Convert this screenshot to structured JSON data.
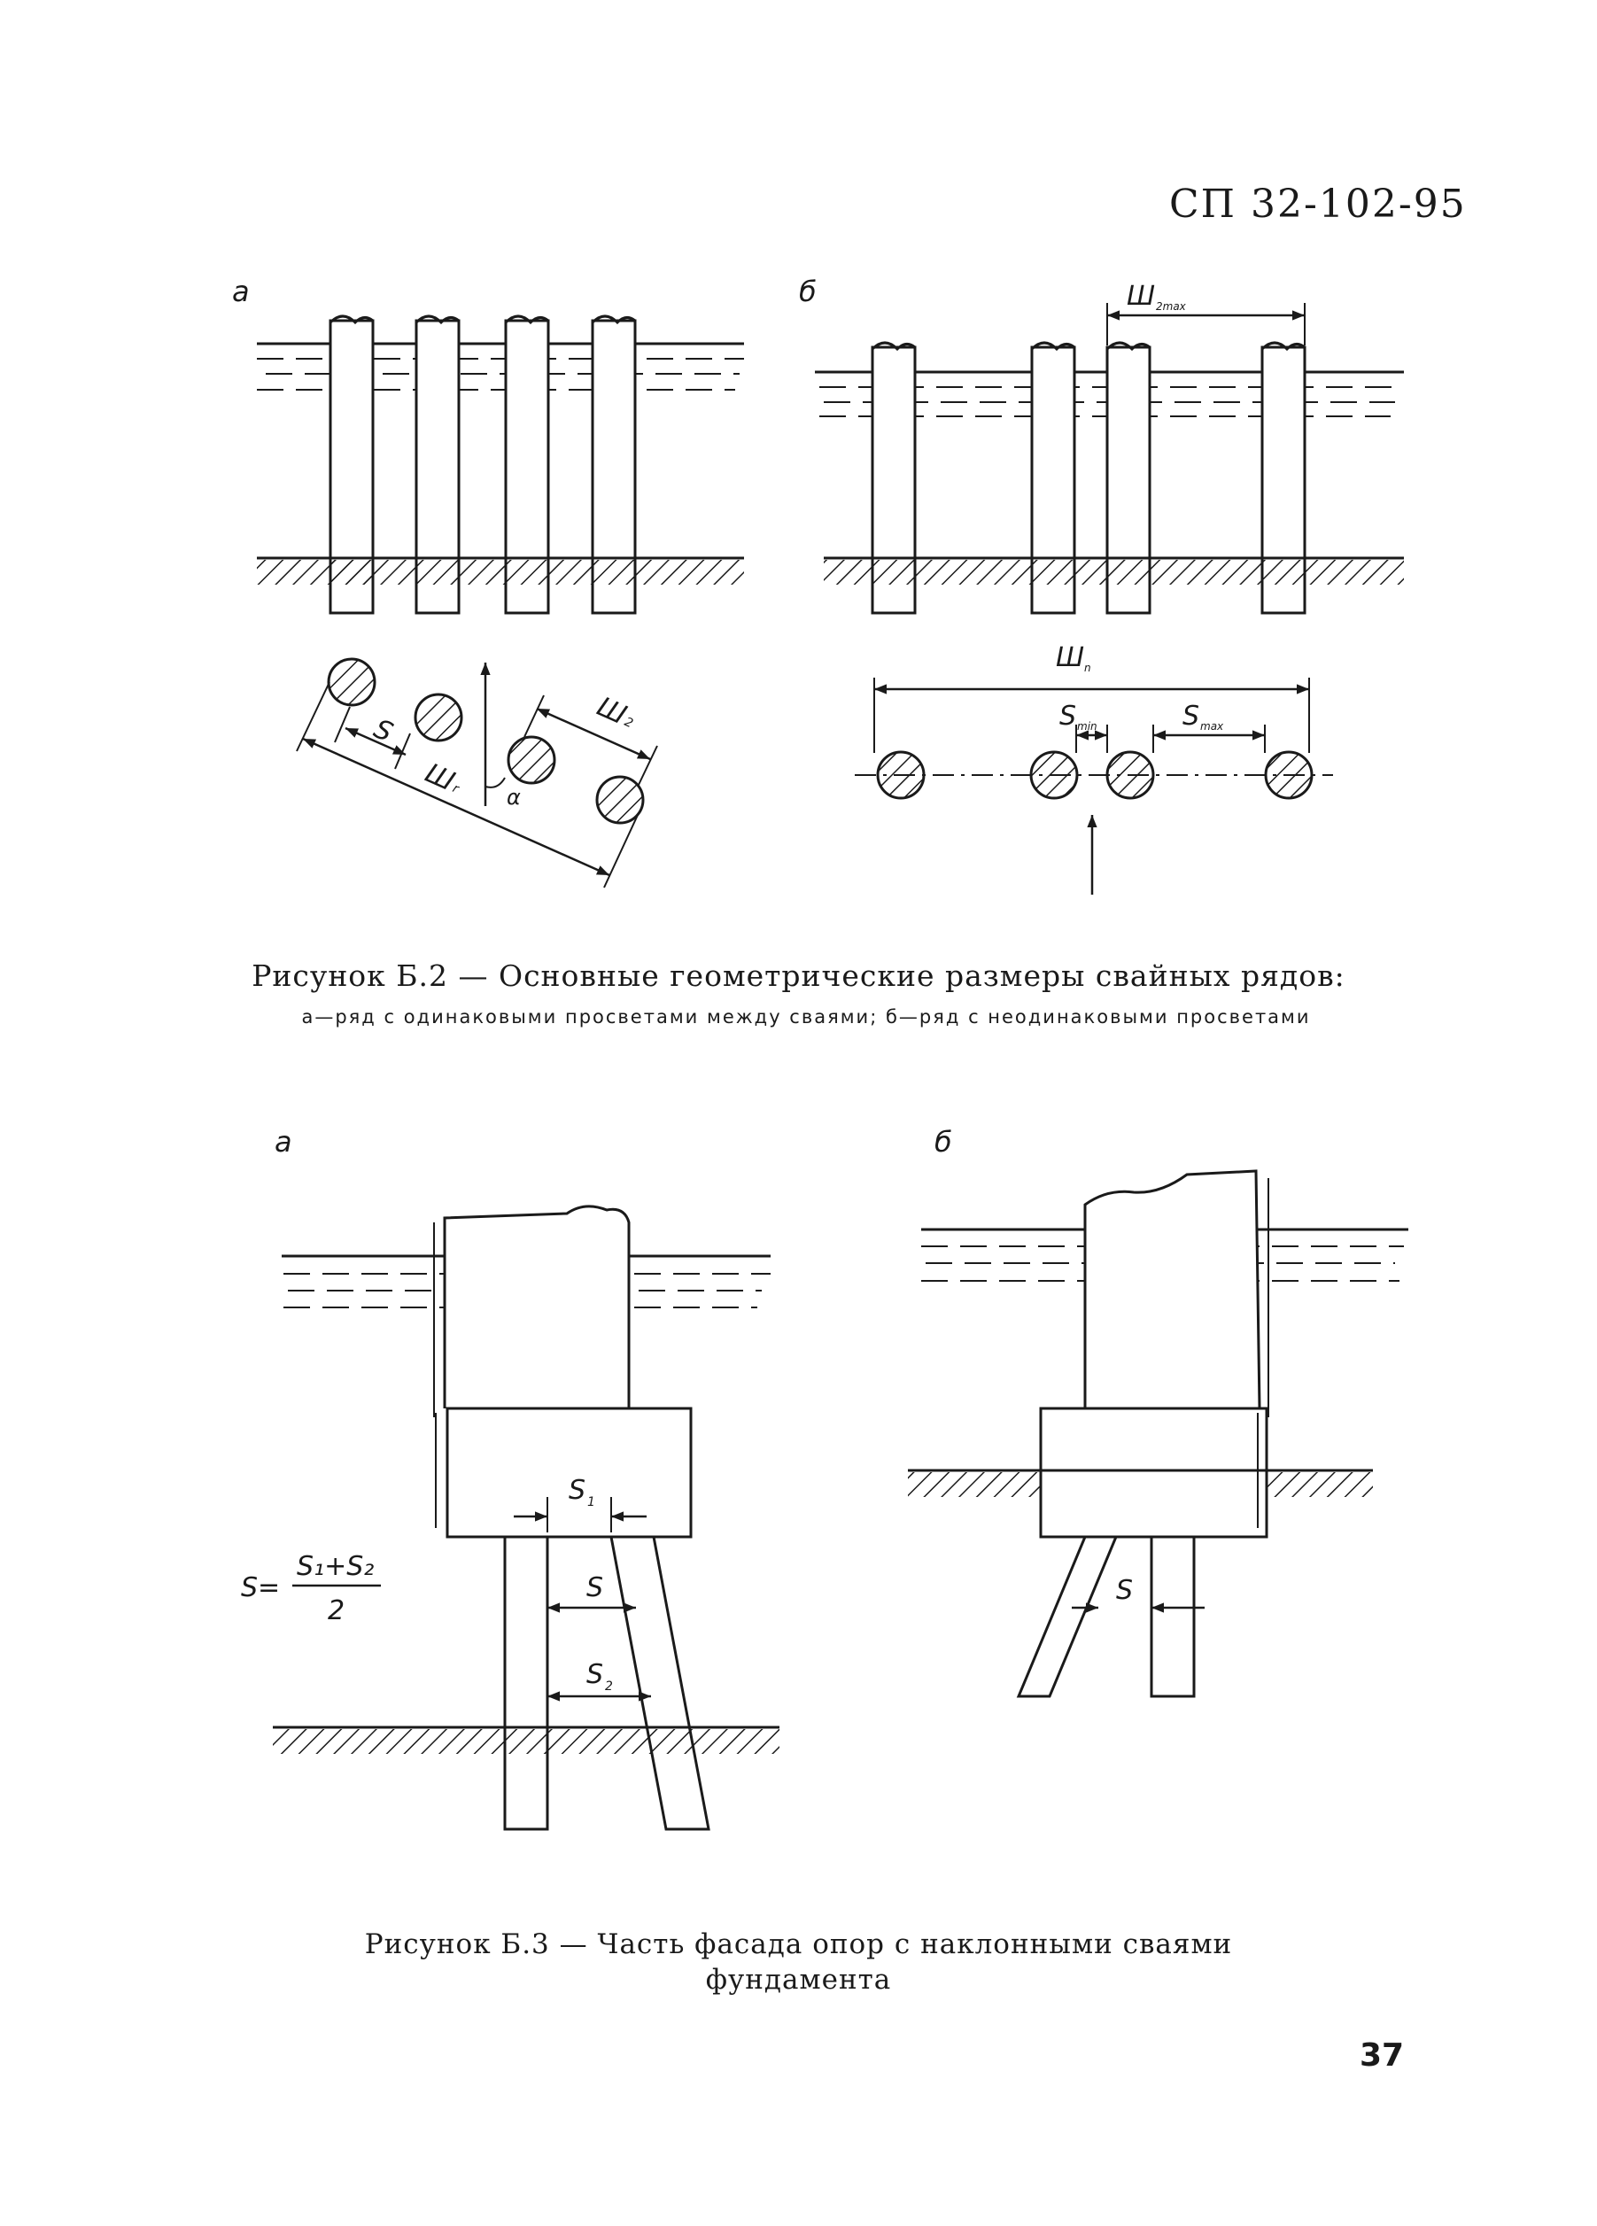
{
  "header": {
    "code": "СП 32-102-95"
  },
  "figure_b2": {
    "panel_a_letter": "а",
    "panel_b_letter": "б",
    "labels": {
      "s": "S",
      "sh_r": "Ш",
      "sh_r_sub": "r",
      "sh_2": "Ш",
      "sh_2_sub": "2",
      "alpha": "α",
      "sh_2max": "Ш",
      "sh_2max_sub": "2max",
      "sh_p": "Ш",
      "sh_p_sub": "n",
      "s_min": "S",
      "s_min_sub": "min",
      "s_max": "S",
      "s_max_sub": "max"
    },
    "caption": "Рисунок Б.2 — Основные геометрические размеры свайных рядов:",
    "caption_detail": "а—ряд с одинаковыми просветами между сваями; б—ряд с неодинаковыми просветами"
  },
  "figure_b3": {
    "panel_a_letter": "а",
    "panel_b_letter": "б",
    "labels": {
      "s1": "S",
      "s1_sub": "1",
      "s": "S",
      "s2": "S",
      "s2_sub": "2",
      "formula_lhs": "S=",
      "formula_num": "S₁+S₂",
      "formula_den": "2",
      "s_b": "S"
    },
    "caption_line1": "Рисунок Б.3 — Часть фасада опор с наклонными сваями",
    "caption_line2": "фундамента"
  },
  "page_number": "37"
}
